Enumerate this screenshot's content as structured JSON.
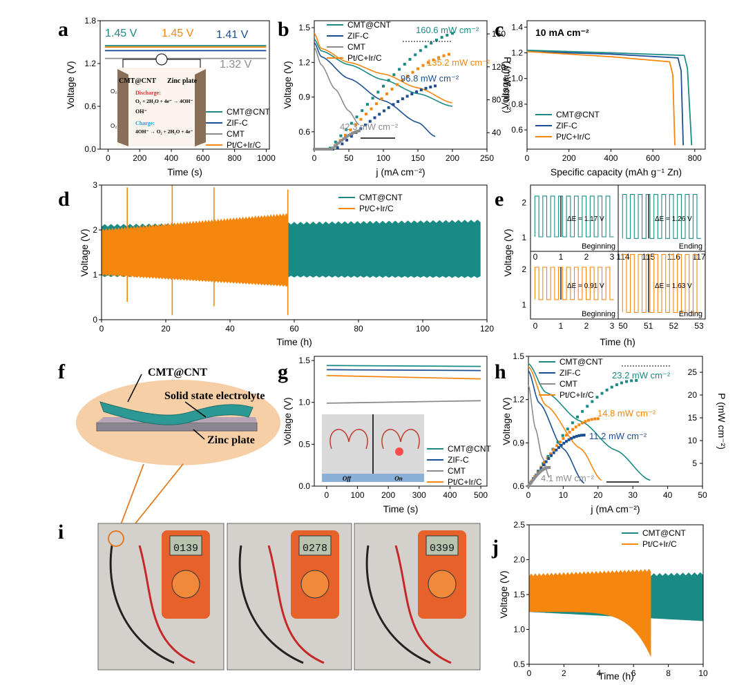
{
  "colors": {
    "cmt_cnt": "#1a8a84",
    "zif_c": "#1b4f93",
    "cmt": "#8c8c8c",
    "ptc": "#f5870f",
    "axis": "#000000"
  },
  "panels": {
    "a": "a",
    "b": "b",
    "c": "c",
    "d": "d",
    "e": "e",
    "f": "f",
    "g": "g",
    "h": "h",
    "i": "i",
    "j": "j"
  },
  "text": {
    "inset_a_left": "CMT@CNT",
    "inset_a_right": "Zinc plate",
    "inset_a_discharge": "Discharge:",
    "inset_a_discharge_eq": "O₂ + 2H₂O + 4e⁻ → 4OH⁻",
    "inset_a_oh": "OH⁻",
    "inset_a_o2_top": "O₂",
    "inset_a_o2_bot": "O₂",
    "inset_a_charge": "Charge:",
    "inset_a_charge_eq": "4OH⁻ → O₂ + 2H₂O + 4e⁻",
    "f_cmt": "CMT@CNT",
    "f_sse": "Solid state electrolyte",
    "f_zinc": "Zinc plate",
    "g_off": "Off",
    "g_on": "On",
    "i_readings": [
      "0139",
      "0278",
      "0399"
    ]
  },
  "chart_data": [
    {
      "panel": "a",
      "type": "line",
      "xlabel": "Time (s)",
      "ylabel": "Voltage (V)",
      "xlim": [
        -50,
        1020
      ],
      "ylim": [
        0,
        1.8
      ],
      "xticks": [
        "0",
        "200",
        "400",
        "600",
        "800",
        "1000"
      ],
      "yticks": [
        "0.0",
        "0.6",
        "1.2",
        "1.8"
      ],
      "series": [
        {
          "name": "CMT@CNT",
          "color": "cmt_cnt",
          "x": [
            0,
            1000
          ],
          "y": [
            1.45,
            1.45
          ]
        },
        {
          "name": "ZIF-C",
          "color": "zif_c",
          "x": [
            0,
            1000
          ],
          "y": [
            1.41,
            1.41
          ]
        },
        {
          "name": "CMT",
          "color": "cmt",
          "x": [
            0,
            1000
          ],
          "y": [
            1.32,
            1.32
          ]
        },
        {
          "name": "Pt/C+Ir/C",
          "color": "ptc",
          "x": [
            0,
            1000
          ],
          "y": [
            1.45,
            1.45
          ]
        }
      ],
      "annotations": [
        "1.45 V",
        "1.45 V",
        "1.41 V",
        "1.32 V"
      ]
    },
    {
      "panel": "b",
      "type": "line",
      "xlabel": "j (mA cm⁻²)",
      "ylabel": "Voltage (V)",
      "ylabel2": "P (mW cm⁻²)",
      "xlim": [
        0,
        250
      ],
      "ylim": [
        0.45,
        1.56
      ],
      "y2lim": [
        20,
        176
      ],
      "xticks": [
        "0",
        "50",
        "100",
        "150",
        "200",
        "250"
      ],
      "yticks": [
        "0.6",
        "0.9",
        "1.2",
        "1.5"
      ],
      "y2ticks": [
        "40",
        "80",
        "120",
        "160"
      ],
      "series": [
        {
          "name": "CMT@CNT",
          "color": "cmt_cnt",
          "x": [
            0,
            10,
            50,
            100,
            150,
            200
          ],
          "y": [
            1.4,
            1.3,
            1.18,
            1.05,
            0.93,
            0.82
          ]
        },
        {
          "name": "ZIF-C",
          "color": "zif_c",
          "x": [
            0,
            10,
            50,
            100,
            150,
            175
          ],
          "y": [
            1.37,
            1.25,
            1.06,
            0.87,
            0.68,
            0.56
          ]
        },
        {
          "name": "CMT",
          "color": "cmt",
          "x": [
            0,
            10,
            30,
            50,
            65
          ],
          "y": [
            1.33,
            1.18,
            0.97,
            0.78,
            0.66
          ]
        },
        {
          "name": "Pt/C+Ir/C",
          "color": "ptc",
          "x": [
            0,
            10,
            50,
            100,
            150,
            200
          ],
          "y": [
            1.45,
            1.32,
            1.2,
            1.1,
            0.98,
            0.85
          ]
        }
      ],
      "power_peaks": [
        {
          "series": "CMT@CNT",
          "x": 200,
          "p": 160.6
        },
        {
          "series": "Pt/C+Ir/C",
          "x": 195,
          "p": 135.2
        },
        {
          "series": "ZIF-C",
          "x": 175,
          "p": 96.8
        },
        {
          "series": "CMT",
          "x": 65,
          "p": 42.3
        }
      ],
      "annotations": [
        "160.6 mW cm⁻²",
        "135.2 mW cm⁻²",
        "96.8 mW cm⁻²",
        "42.3 mW cm⁻²"
      ]
    },
    {
      "panel": "c",
      "type": "line",
      "title": "10 mA cm⁻²",
      "xlabel": "Specific capacity (mAh g⁻¹ Zn)",
      "ylabel": "Voltage (V)",
      "xlim": [
        0,
        850
      ],
      "ylim": [
        0.45,
        1.45
      ],
      "xticks": [
        "0",
        "200",
        "400",
        "600",
        "800"
      ],
      "yticks": [
        "0.6",
        "0.8",
        "1.0",
        "1.2",
        "1.4"
      ],
      "series": [
        {
          "name": "CMT@CNT",
          "color": "cmt_cnt",
          "x": [
            0,
            400,
            750,
            785
          ],
          "y": [
            1.22,
            1.2,
            1.18,
            0.48
          ]
        },
        {
          "name": "ZIF-C",
          "color": "zif_c",
          "x": [
            0,
            400,
            720,
            745
          ],
          "y": [
            1.21,
            1.19,
            1.16,
            0.48
          ]
        },
        {
          "name": "Pt/C+Ir/C",
          "color": "ptc",
          "x": [
            0,
            400,
            680,
            705
          ],
          "y": [
            1.21,
            1.17,
            1.13,
            0.48
          ]
        }
      ]
    },
    {
      "panel": "d",
      "type": "area",
      "xlabel": "Time (h)",
      "ylabel": "Voltage (V)",
      "xlim": [
        0,
        120
      ],
      "ylim": [
        0,
        3
      ],
      "xticks": [
        "0",
        "20",
        "40",
        "60",
        "80",
        "100",
        "120"
      ],
      "yticks": [
        "0",
        "1",
        "2",
        "3"
      ],
      "series": [
        {
          "name": "CMT@CNT",
          "color": "cmt_cnt",
          "x": [
            0,
            118
          ],
          "upper": [
            2.1,
            2.2
          ],
          "lower": [
            0.97,
            0.95
          ]
        },
        {
          "name": "Pt/C+Ir/C",
          "color": "ptc",
          "x": [
            0,
            58
          ],
          "upper": [
            2.0,
            2.35
          ],
          "lower": [
            1.0,
            0.75
          ]
        }
      ]
    },
    {
      "panel": "e",
      "type": "line",
      "xlabel": "Time (h)",
      "ylabel": "Voltage (V)",
      "subplots": [
        {
          "ann": "ΔE = 1.17 V",
          "corner": "Beginning",
          "xticks": [
            "0",
            "1",
            "2",
            "3"
          ]
        },
        {
          "ann": "ΔE = 1.26 V",
          "corner": "Ending",
          "xticks": [
            "114",
            "115",
            "116",
            "117"
          ]
        },
        {
          "ann": "ΔE = 0.91 V",
          "corner": "Beginning",
          "xticks": [
            "0",
            "1",
            "2",
            "3"
          ]
        },
        {
          "ann": "ΔE = 1.63 V",
          "corner": "Ending",
          "xticks": [
            "50",
            "51",
            "52",
            "53"
          ]
        }
      ],
      "yticks": [
        "1",
        "2"
      ]
    },
    {
      "panel": "g",
      "type": "line",
      "xlabel": "Time (s)",
      "ylabel": "Voltage (V)",
      "xlim": [
        -40,
        520
      ],
      "ylim": [
        0,
        1.55
      ],
      "xticks": [
        "0",
        "100",
        "200",
        "300",
        "400",
        "500"
      ],
      "yticks": [
        "0.0",
        "0.5",
        "1.0",
        "1.5"
      ],
      "series": [
        {
          "name": "CMT@CNT",
          "color": "cmt_cnt",
          "x": [
            0,
            500
          ],
          "y": [
            1.44,
            1.43
          ]
        },
        {
          "name": "ZIF-C",
          "color": "zif_c",
          "x": [
            0,
            500
          ],
          "y": [
            1.39,
            1.38
          ]
        },
        {
          "name": "CMT",
          "color": "cmt",
          "x": [
            0,
            500
          ],
          "y": [
            0.99,
            1.02
          ]
        },
        {
          "name": "Pt/C+Ir/C",
          "color": "ptc",
          "x": [
            0,
            500
          ],
          "y": [
            1.32,
            1.28
          ]
        }
      ]
    },
    {
      "panel": "h",
      "type": "line",
      "xlabel": "j (mA cm⁻²)",
      "ylabel": "Voltage (V)",
      "ylabel2": "P (mW cm⁻²)",
      "xlim": [
        0,
        50
      ],
      "ylim": [
        0.6,
        1.5
      ],
      "y2lim": [
        0,
        28.5
      ],
      "xticks": [
        "0",
        "10",
        "20",
        "30",
        "40",
        "50"
      ],
      "yticks": [
        "0.6",
        "0.9",
        "1.2",
        "1.5"
      ],
      "y2ticks": [
        "5",
        "10",
        "15",
        "20",
        "25"
      ],
      "series": [
        {
          "name": "CMT@CNT",
          "color": "cmt_cnt",
          "x": [
            0,
            5,
            15,
            25,
            35
          ],
          "y": [
            1.45,
            1.25,
            1.05,
            0.85,
            0.64
          ]
        },
        {
          "name": "ZIF-C",
          "color": "zif_c",
          "x": [
            0,
            3,
            10,
            16
          ],
          "y": [
            1.4,
            1.18,
            0.86,
            0.62
          ]
        },
        {
          "name": "CMT",
          "color": "cmt",
          "x": [
            0,
            2,
            4,
            6
          ],
          "y": [
            1.3,
            1.0,
            0.8,
            0.66
          ]
        },
        {
          "name": "Pt/C+Ir/C",
          "color": "ptc",
          "x": [
            0,
            5,
            15,
            21
          ],
          "y": [
            1.43,
            1.16,
            0.86,
            0.64
          ]
        }
      ],
      "power_peaks": [
        {
          "series": "CMT@CNT",
          "x": 31,
          "p": 23.2
        },
        {
          "series": "Pt/C+Ir/C",
          "x": 20,
          "p": 14.8
        },
        {
          "series": "ZIF-C",
          "x": 16,
          "p": 11.2
        },
        {
          "series": "CMT",
          "x": 6,
          "p": 4.1
        }
      ],
      "annotations": [
        "23.2 mW cm⁻²",
        "14.8 mW cm⁻²",
        "11.2 mW cm⁻²",
        "4.1 mW cm⁻²"
      ]
    },
    {
      "panel": "j",
      "type": "area",
      "xlabel": "Time (h)",
      "ylabel": "Voltage (V)",
      "xlim": [
        0,
        10
      ],
      "ylim": [
        0.5,
        2.5
      ],
      "xticks": [
        "0",
        "2",
        "4",
        "6",
        "8",
        "10"
      ],
      "yticks": [
        "0.5",
        "1.0",
        "1.5",
        "2.0",
        "2.5"
      ],
      "series": [
        {
          "name": "CMT@CNT",
          "color": "cmt_cnt",
          "x": [
            0,
            10
          ],
          "upper": [
            1.75,
            1.8
          ],
          "lower": [
            1.25,
            1.12
          ]
        },
        {
          "name": "Pt/C+Ir/C",
          "color": "ptc",
          "x": [
            0,
            7
          ],
          "upper": [
            1.78,
            1.85
          ],
          "lower": [
            1.25,
            0.6
          ]
        }
      ]
    }
  ]
}
